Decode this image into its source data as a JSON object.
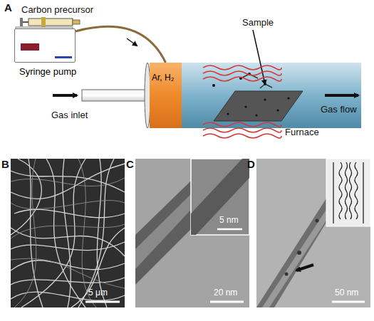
{
  "diagram": {
    "nodes": [
      {
        "text": [
          "Syringe pump"
        ]
      },
      {
        "text": [
          "Ar, H₂"
        ]
      }
    ],
    "edges": [
      {
        "from": 0,
        "to": 1,
        "arrow": "none"
      }
    ],
    "labels": [
      "A",
      "Carbon precursor",
      "Sample",
      "Gas inlet",
      "Gas flow",
      "Furnace",
      "B",
      "5 μm",
      "C",
      "20 nm",
      "5 nm",
      "D",
      "50 nm"
    ]
  }
}
